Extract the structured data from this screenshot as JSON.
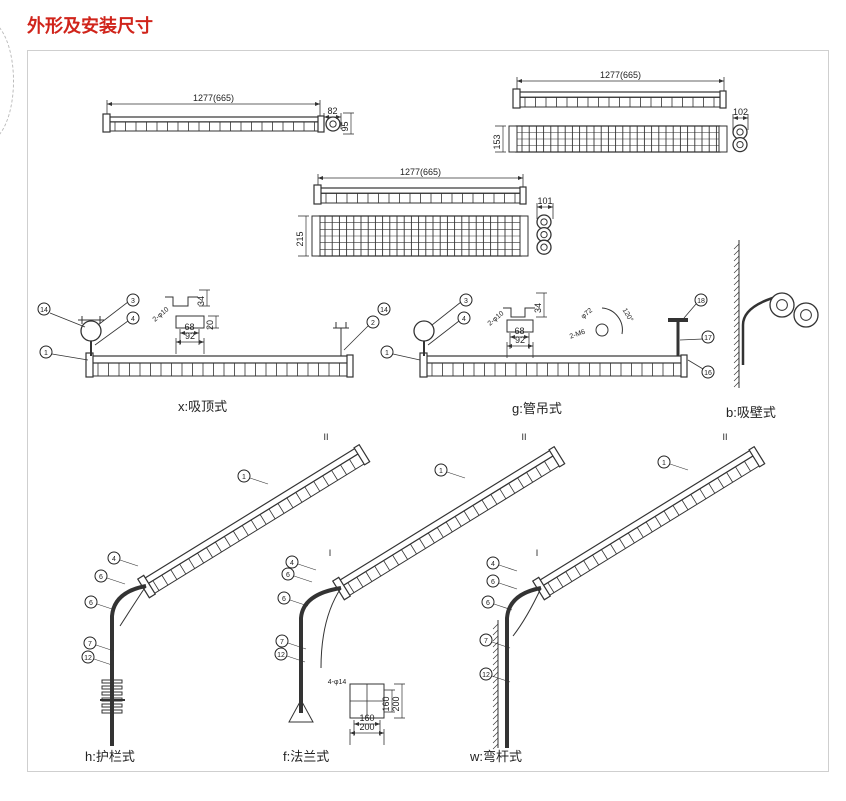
{
  "title": "外形及安装尺寸",
  "dimensions": {
    "length": "1277(665)",
    "single_width": "82",
    "single_height": "95",
    "double_width": "102",
    "double_height": "153",
    "triple_width": "101",
    "triple_height": "215",
    "bracket_height": "34",
    "bracket_holes": "2-φ10",
    "bracket_inner": "68",
    "bracket_outer": "92",
    "bracket_depth": "20",
    "flange_dia": "φ72",
    "flange_angle": "120°",
    "flange_screws": "2-M6",
    "base_holes": "4-φ14",
    "base_inner": "160",
    "base_outer": "200"
  },
  "callouts": {
    "c1": "1",
    "c2": "2",
    "c3": "3",
    "c4": "4",
    "c6": "6",
    "c7": "7",
    "c12": "12",
    "c14": "14",
    "c16": "16",
    "c17": "17",
    "c18": "18",
    "rI": "I",
    "rII": "II"
  },
  "mount_types": {
    "ceiling": "x:吸顶式",
    "pipe": "g:管吊式",
    "wall": "b:吸壁式",
    "railing": "h:护栏式",
    "flange": "f:法兰式",
    "bent_pole": "w:弯杆式"
  }
}
